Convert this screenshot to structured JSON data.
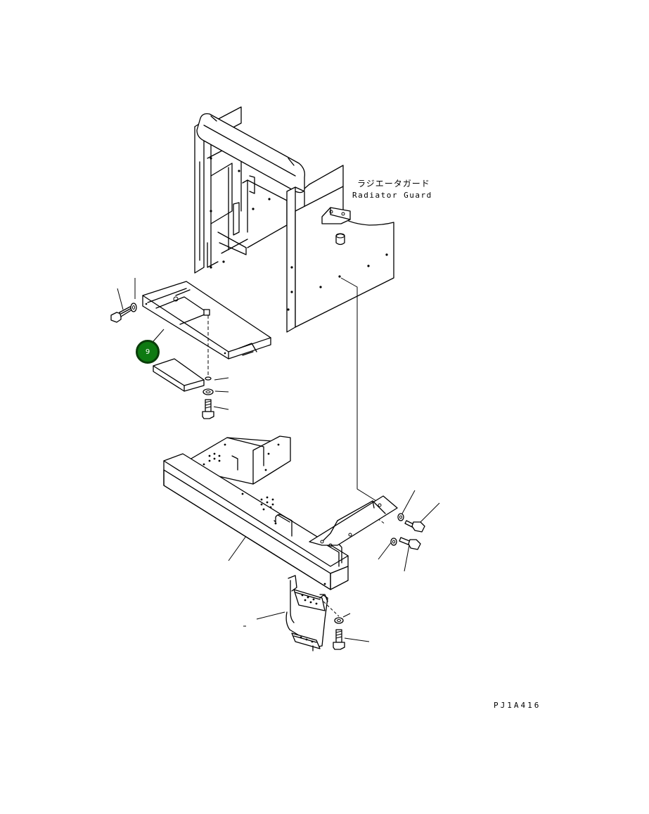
{
  "labels": {
    "radiator_guard_jp": "ラジエータガード",
    "radiator_guard_en": "Radiator Guard",
    "drawing_number": "PJ1A416"
  },
  "callout": {
    "number": "9",
    "color": "#0e7a12",
    "border_color": "#0a3d0a"
  },
  "icons": {
    "callout_marker": "green-circle-marker"
  }
}
